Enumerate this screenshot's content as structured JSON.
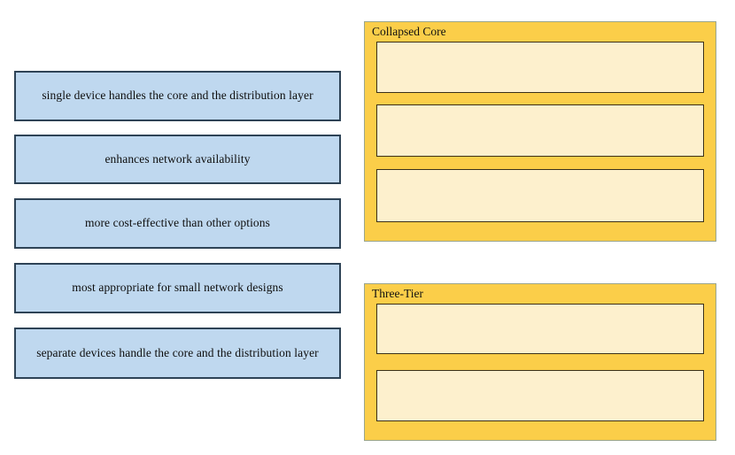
{
  "colors": {
    "canvas_background": "#ffffff",
    "source_tile_fill": "#bfd8ef",
    "source_tile_border": "#2e4356",
    "panel_fill": "#fbce49",
    "panel_border": "#9aa58c",
    "drop_slot_fill": "#fdf0cd",
    "drop_slot_border": "#3a3018",
    "text": "#111111"
  },
  "source_items": [
    {
      "label": "single device handles the core and the distribution layer"
    },
    {
      "label": "enhances network availability"
    },
    {
      "label": "more cost-effective than other options"
    },
    {
      "label": "most appropriate for small network designs"
    },
    {
      "label": "separate devices handle the core and the distribution layer"
    }
  ],
  "categories": [
    {
      "title": "Collapsed Core",
      "slots": [
        {
          "value": ""
        },
        {
          "value": ""
        },
        {
          "value": ""
        }
      ]
    },
    {
      "title": "Three-Tier",
      "slots": [
        {
          "value": ""
        },
        {
          "value": ""
        }
      ]
    }
  ]
}
